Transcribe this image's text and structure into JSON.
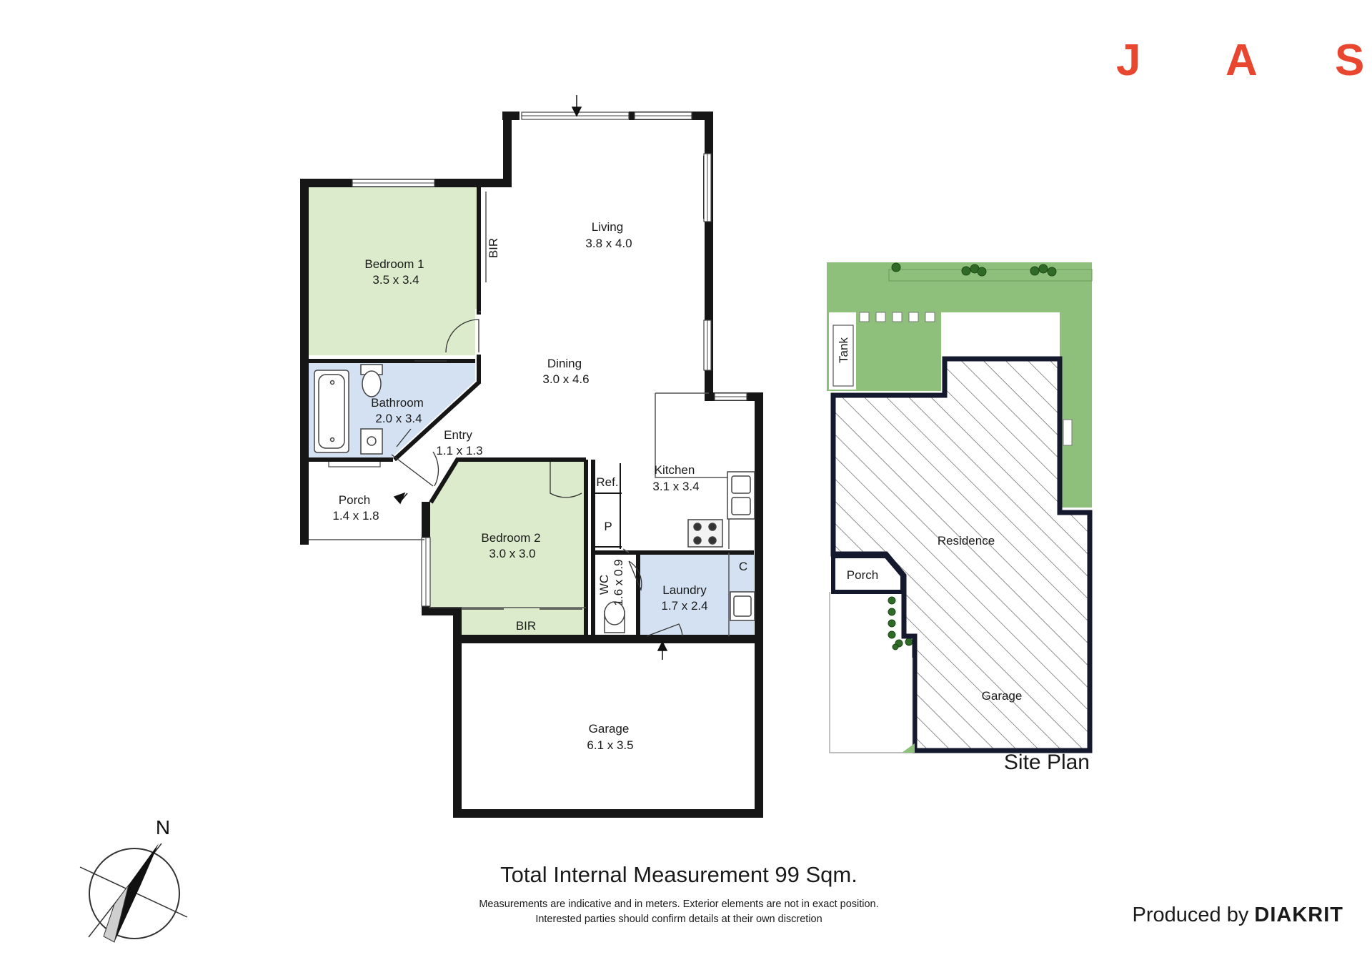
{
  "brand": {
    "letters": [
      "J",
      "A",
      "S"
    ],
    "color": "#e8462e"
  },
  "rooms": {
    "living": {
      "name": "Living",
      "dims": "3.8 x 4.0"
    },
    "dining": {
      "name": "Dining",
      "dims": "3.0 x 4.6"
    },
    "bedroom1": {
      "name": "Bedroom 1",
      "dims": "3.5 x 3.4"
    },
    "bir1": "BIR",
    "bathroom": {
      "name": "Bathroom",
      "dims": "2.0 x 3.4"
    },
    "entry": {
      "name": "Entry",
      "dims": "1.1 x 1.3"
    },
    "kitchen": {
      "name": "Kitchen",
      "dims": "3.1 x 3.4"
    },
    "ref": "Ref.",
    "pantry": "P",
    "porch": {
      "name": "Porch",
      "dims": "1.4 x 1.8"
    },
    "bedroom2": {
      "name": "Bedroom 2",
      "dims": "3.0 x 3.0"
    },
    "bir2": "BIR",
    "wc": {
      "name": "WC",
      "dims": "1.6 x 0.9"
    },
    "laundry": {
      "name": "Laundry",
      "dims": "1.7 x 2.4"
    },
    "cupboard": "C",
    "garage": {
      "name": "Garage",
      "dims": "6.1 x 3.5"
    }
  },
  "compass": {
    "label": "N"
  },
  "site_plan": {
    "title": "Site Plan",
    "residence": "Residence",
    "porch": "Porch",
    "garage": "Garage",
    "tank": "Tank"
  },
  "footer": {
    "total": "Total Internal Measurement 99 Sqm.",
    "note1": "Measurements are indicative and in meters. Exterior elements are not in exact position.",
    "note2": "Interested parties should confirm details at their own discretion",
    "produced_prefix": "Produced by ",
    "produced_brand": "DIAKRIT"
  },
  "colors": {
    "bedroom": "#dcebcb",
    "wet": "#d3e1f2",
    "wall": "#161616",
    "site_wall": "#15192e",
    "lawn": "#8ec07c",
    "hatch": "#555555"
  }
}
